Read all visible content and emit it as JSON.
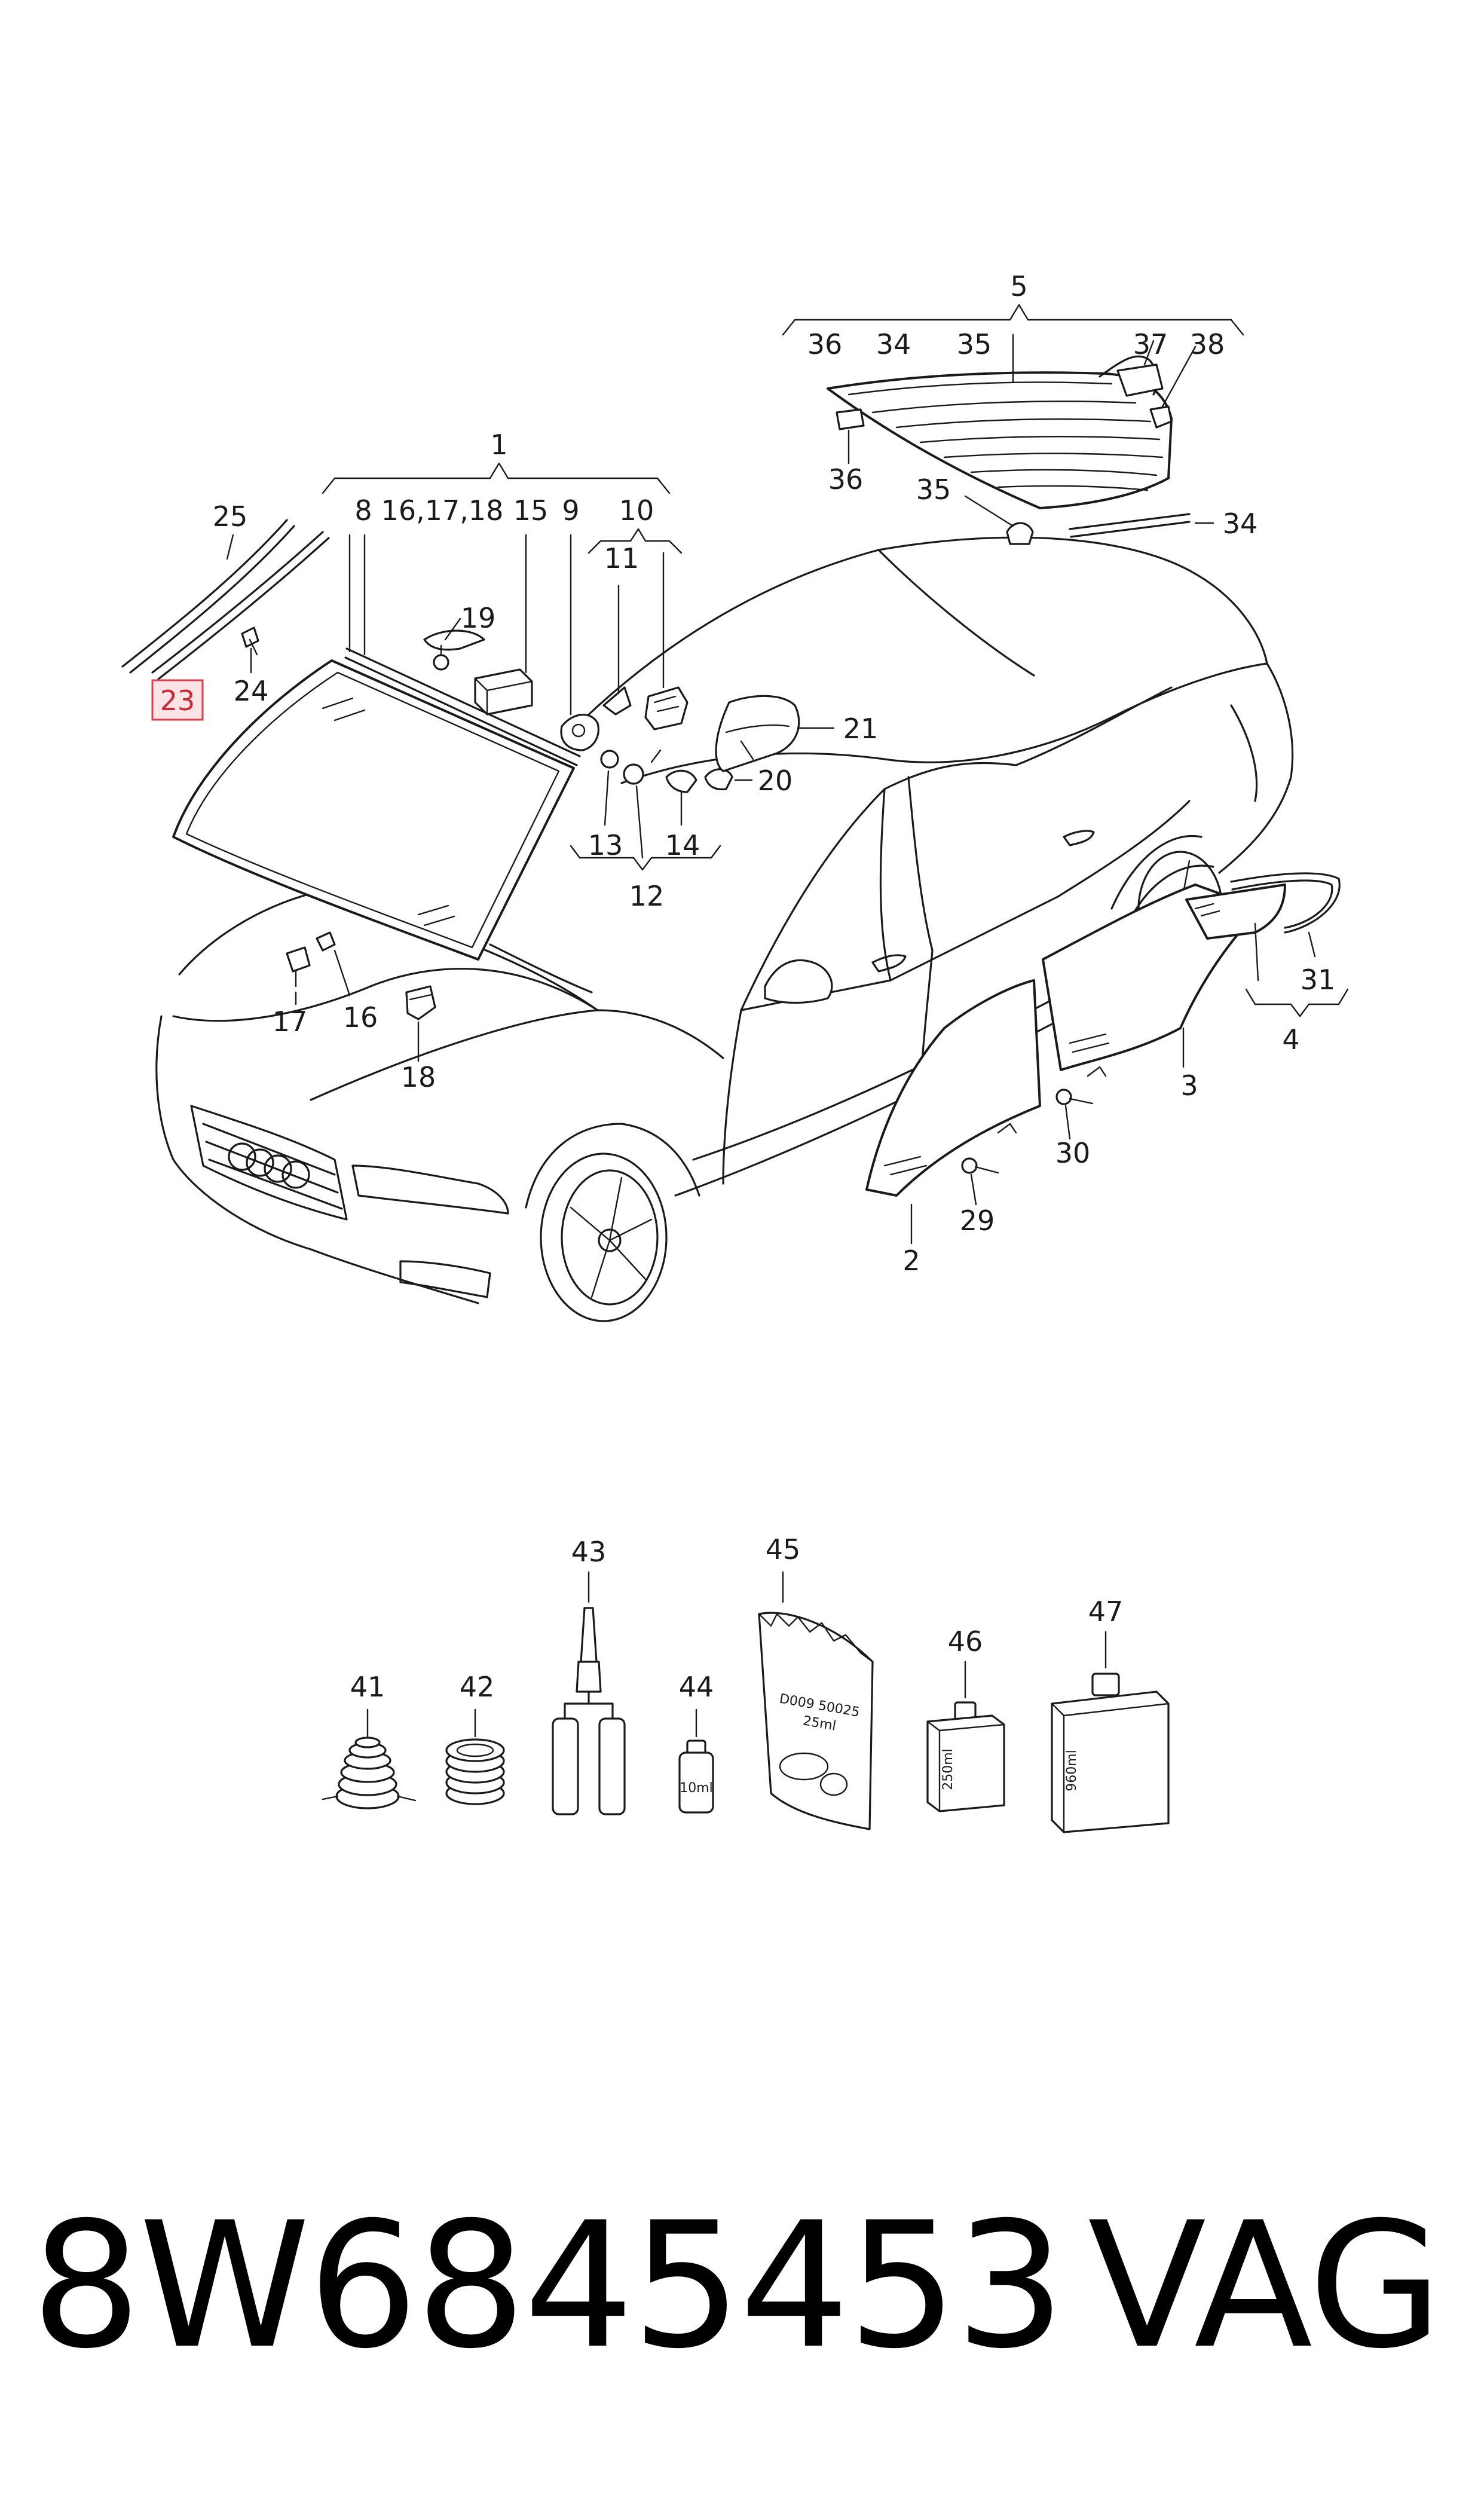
{
  "diagram": {
    "callouts": {
      "n1": "1",
      "n2": "2",
      "n3": "3",
      "n4": "4",
      "n5": "5",
      "n8": "8",
      "n9": "9",
      "n10": "10",
      "n11": "11",
      "n12": "12",
      "n13": "13",
      "n14": "14",
      "n15": "15",
      "n16_17_18": "16,17,18",
      "n16": "16",
      "n17": "17",
      "n18": "18",
      "n19": "19",
      "n20": "20",
      "n21": "21",
      "n23": "23",
      "n24": "24",
      "n25": "25",
      "n29": "29",
      "n30": "30",
      "n31": "31",
      "n34a": "34",
      "n34b": "34",
      "n35a": "35",
      "n35b": "35",
      "n36a": "36",
      "n36b": "36",
      "n37": "37",
      "n38": "38",
      "n41": "41",
      "n42": "42",
      "n43": "43",
      "n44": "44",
      "n45": "45",
      "n46": "46",
      "n47": "47"
    },
    "highlighted_callout": "23",
    "highlight_color": "#d9404b",
    "container_labels": {
      "bottle_44": "10ml",
      "bottle_46": "250ml",
      "bottle_47": "960ml",
      "bag_45_line1": "D009 50025",
      "bag_45_line2": "25ml"
    }
  },
  "footer": {
    "part_number": "8W6845453",
    "brand": "VAG"
  }
}
